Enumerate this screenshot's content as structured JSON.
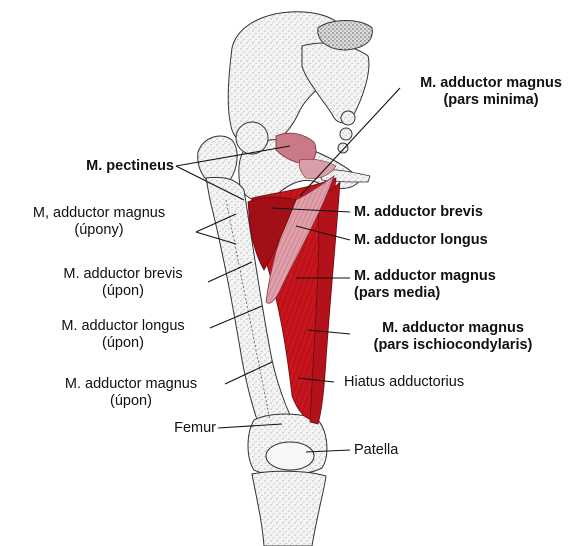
{
  "labels": {
    "adductor_magnus_minima": [
      "M. adductor magnus",
      "(pars minima)"
    ],
    "pectineus": "M. pectineus",
    "adductor_magnus_upony": [
      "M, adductor magnus",
      "(úpony)"
    ],
    "adductor_brevis_right": "M. adductor brevis",
    "adductor_longus_right": "M. adductor longus",
    "adductor_brevis_upon": [
      "M. adductor brevis",
      "(úpon)"
    ],
    "adductor_magnus_media": [
      "M. adductor magnus",
      "(pars media)"
    ],
    "adductor_longus_upon": [
      "M. adductor longus",
      "(úpon)"
    ],
    "adductor_magnus_ischio": [
      "M. adductor magnus",
      "(pars ischiocondylaris)"
    ],
    "hiatus": "Hiatus adductorius",
    "adductor_magnus_upon": [
      "M. adductor magnus",
      "(úpon)"
    ],
    "femur": "Femur",
    "patella": "Patella"
  },
  "colors": {
    "muscle_dark": "#c11a1f",
    "muscle_light": "#d98b96",
    "bone": "#f2f2f2",
    "stipple": "#8a8a8a",
    "line": "#111111"
  }
}
